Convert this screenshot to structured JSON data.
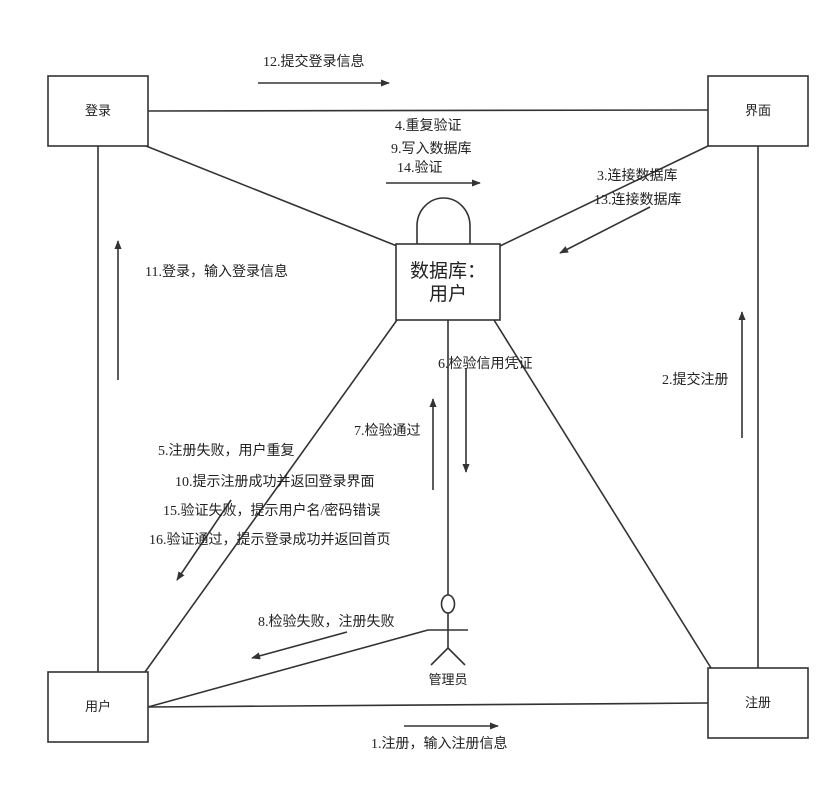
{
  "nodes": {
    "login": "登录",
    "ui": "界面",
    "user": "用户",
    "register": "注册",
    "database_line1": "数据库：",
    "database_line2": "用户",
    "admin": "管理员"
  },
  "messages": {
    "m1": "1.注册，输入注册信息",
    "m2": "2.提交注册",
    "m3": "3.连接数据库",
    "m4": "4.重复验证",
    "m5": "5.注册失败，用户重复",
    "m6": "6.检验信用凭证",
    "m7": "7.检验通过",
    "m8": "8.检验失败，注册失败",
    "m9": "9.写入数据库",
    "m10": "10.提示注册成功并返回登录界面",
    "m11": "11.登录，输入登录信息",
    "m12": "12.提交登录信息",
    "m13": "13.连接数据库",
    "m14": "14.验证",
    "m15": "15.验证失败，提示用户名/密码错误",
    "m16": "16.验证通过，提示登录成功并返回首页"
  }
}
